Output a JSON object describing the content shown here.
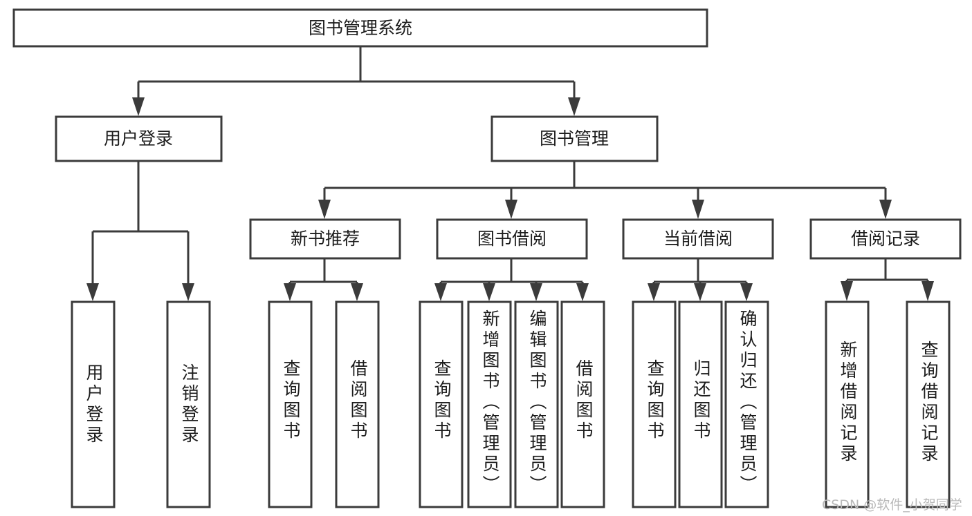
{
  "diagram": {
    "type": "tree",
    "title": "图书管理系统",
    "orientation": "top-down",
    "colors": {
      "stroke": "#3b3b3b",
      "box_fill": "#ffffff",
      "text": "#1c1c1c",
      "background": "#ffffff",
      "watermark": "#b9b9b9"
    },
    "levels": 4
  },
  "watermark": {
    "text": "CSDN @软件_小贺同学"
  },
  "nodes": {
    "root": {
      "label": "图书管理系统",
      "level": 1,
      "orientation": "horizontal"
    },
    "user_login": {
      "label": "用户登录",
      "level": 2,
      "orientation": "horizontal"
    },
    "book_manage": {
      "label": "图书管理",
      "level": 2,
      "orientation": "horizontal"
    },
    "new_book_rec": {
      "label": "新书推荐",
      "level": 3,
      "orientation": "horizontal"
    },
    "book_borrow": {
      "label": "图书借阅",
      "level": 3,
      "orientation": "horizontal"
    },
    "current_borrow": {
      "label": "当前借阅",
      "level": 3,
      "orientation": "horizontal"
    },
    "borrow_record": {
      "label": "借阅记录",
      "level": 3,
      "orientation": "horizontal"
    },
    "leaf_user_login": {
      "label": "用户登录",
      "level": 3,
      "orientation": "vertical"
    },
    "leaf_logout": {
      "label": "注销登录",
      "level": 3,
      "orientation": "vertical"
    },
    "leaf_query_book_1": {
      "label": "查询图书",
      "level": 4,
      "orientation": "vertical"
    },
    "leaf_borrow_book_1": {
      "label": "借阅图书",
      "level": 4,
      "orientation": "vertical"
    },
    "leaf_query_book_2": {
      "label": "查询图书",
      "level": 4,
      "orientation": "vertical"
    },
    "leaf_add_book": {
      "label": "新增图书（管理员）",
      "level": 4,
      "orientation": "vertical"
    },
    "leaf_edit_book": {
      "label": "编辑图书（管理员）",
      "level": 4,
      "orientation": "vertical"
    },
    "leaf_borrow_book_2": {
      "label": "借阅图书",
      "level": 4,
      "orientation": "vertical"
    },
    "leaf_query_book_3": {
      "label": "查询图书",
      "level": 4,
      "orientation": "vertical"
    },
    "leaf_return_book": {
      "label": "归还图书",
      "level": 4,
      "orientation": "vertical"
    },
    "leaf_confirm_return": {
      "label": "确认归还（管理员）",
      "level": 4,
      "orientation": "vertical"
    },
    "leaf_add_record": {
      "label": "新增借阅记录",
      "level": 4,
      "orientation": "vertical"
    },
    "leaf_query_record": {
      "label": "查询借阅记录",
      "level": 4,
      "orientation": "vertical"
    }
  },
  "edges": [
    {
      "from": "root",
      "to": "user_login"
    },
    {
      "from": "root",
      "to": "book_manage"
    },
    {
      "from": "user_login",
      "to": "leaf_user_login"
    },
    {
      "from": "user_login",
      "to": "leaf_logout"
    },
    {
      "from": "book_manage",
      "to": "new_book_rec"
    },
    {
      "from": "book_manage",
      "to": "book_borrow"
    },
    {
      "from": "book_manage",
      "to": "current_borrow"
    },
    {
      "from": "book_manage",
      "to": "borrow_record"
    },
    {
      "from": "new_book_rec",
      "to": "leaf_query_book_1"
    },
    {
      "from": "new_book_rec",
      "to": "leaf_borrow_book_1"
    },
    {
      "from": "book_borrow",
      "to": "leaf_query_book_2"
    },
    {
      "from": "book_borrow",
      "to": "leaf_add_book"
    },
    {
      "from": "book_borrow",
      "to": "leaf_edit_book"
    },
    {
      "from": "book_borrow",
      "to": "leaf_borrow_book_2"
    },
    {
      "from": "current_borrow",
      "to": "leaf_query_book_3"
    },
    {
      "from": "current_borrow",
      "to": "leaf_return_book"
    },
    {
      "from": "current_borrow",
      "to": "leaf_confirm_return"
    },
    {
      "from": "borrow_record",
      "to": "leaf_add_record"
    },
    {
      "from": "borrow_record",
      "to": "leaf_query_record"
    }
  ]
}
